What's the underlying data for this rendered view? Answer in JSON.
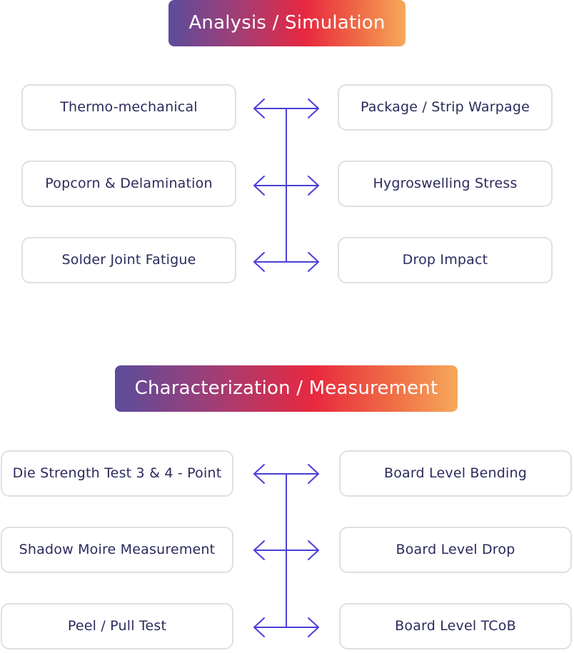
{
  "sections": [
    {
      "title": "Analysis / Simulation",
      "left": [
        "Thermo-mechanical",
        "Popcorn & Delamination",
        "Solder Joint Fatigue"
      ],
      "right": [
        "Package / Strip Warpage",
        "Hygroswelling Stress",
        "Drop Impact"
      ]
    },
    {
      "title": "Characterization / Measurement",
      "left": [
        "Die Strength Test 3 & 4 - Point",
        "Shadow Moire Measurement",
        "Peel / Pull Test"
      ],
      "right": [
        "Board Level Bending",
        "Board Level Drop",
        "Board Level TCoB"
      ]
    }
  ],
  "colors": {
    "connector": "#4b3fd6",
    "box_border": "#e0e0e0",
    "box_text": "#2b2a5c",
    "gradient": [
      "#5b4d9c",
      "#e8283f",
      "#f6a95a"
    ]
  }
}
